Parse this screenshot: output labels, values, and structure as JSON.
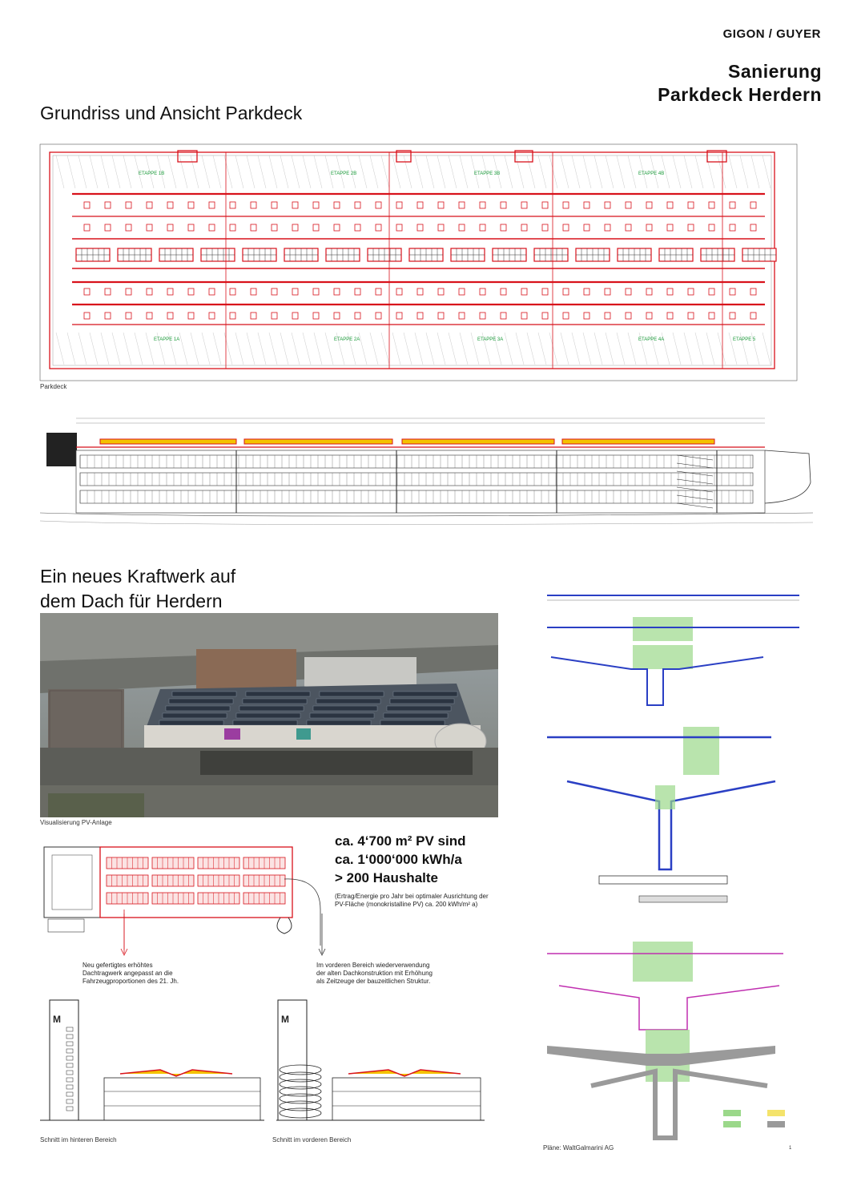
{
  "header": {
    "firm": "GIGON / GUYER",
    "project_line1": "Sanierung",
    "project_line2": "Parkdeck Herdern"
  },
  "section1": {
    "heading": "Grundriss und Ansicht Parkdeck",
    "plan_caption": "Parkdeck",
    "etappen_top": [
      "ETAPPE 1B",
      "ETAPPE 2B",
      "ETAPPE 3B",
      "ETAPPE 4B"
    ],
    "etappen_bottom": [
      "ETAPPE 1A",
      "ETAPPE 2A",
      "ETAPPE 3A",
      "ETAPPE 4A",
      "ETAPPE 5"
    ]
  },
  "section2": {
    "heading_line1": "Ein neues Kraftwerk auf",
    "heading_line2": "dem Dach für Herdern",
    "photo_caption": "Visualisierung PV-Anlage",
    "key_figures": [
      "ca. 4‘700 m² PV sind",
      "ca. 1‘000‘000 kWh/a",
      "> 200 Haushalte"
    ],
    "key_note": "(Ertrag/Energie pro Jahr bei optimaler Ausrichtung der PV-Fläche (monokristalline PV) ca. 200 kWh/m² a)",
    "annotation_left": "Neu gefertigtes erhöhtes Dachtragwerk angepasst an die Fahrzeugproportionen des 21. Jh.",
    "annotation_right": "Im vorderen Bereich wiederverwendung der alten Dachkonstruktion mit Erhöhung als Zeitzeuge der bauzeitlichen Struktur.",
    "section_caption_left": "Schnitt im hinteren Bereich",
    "section_caption_right": "Schnitt im vorderen Bereich",
    "plans_credit": "Pläne: WaltGalmarini AG",
    "page_number": "1"
  },
  "colors": {
    "plan_red": "#d8121b",
    "detail_green": "#9bd88a",
    "detail_blue": "#2a3fc4",
    "detail_magenta": "#c02fb0",
    "detail_grey": "#9a9a9a",
    "roof_yellow": "#f4c200"
  }
}
